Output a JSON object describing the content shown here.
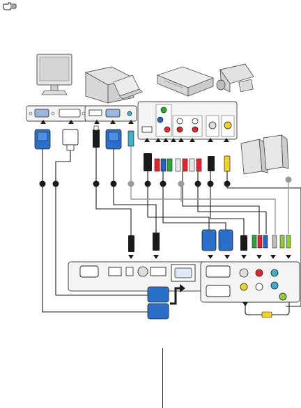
{
  "diagram": {
    "devices": [
      {
        "name": "monitor"
      },
      {
        "name": "notebook-or-desktop-computer"
      },
      {
        "name": "av-device"
      },
      {
        "name": "video-camera"
      },
      {
        "name": "speakers"
      },
      {
        "name": "projector"
      }
    ],
    "legend_markers": [
      "note-hand-icon"
    ],
    "colors": {
      "line": "#1a1a1a",
      "gray_line": "#9a9a9a",
      "vga_blue": "#2a6fc9",
      "component_red": "#e0262c",
      "component_green": "#2fa23a",
      "component_blue": "#2563c7",
      "audio_yellow": "#f2d22a",
      "audio_green": "#8fce3a",
      "panel_fill": "#f4f4f4",
      "device_fill": "#e9e9e9"
    }
  }
}
